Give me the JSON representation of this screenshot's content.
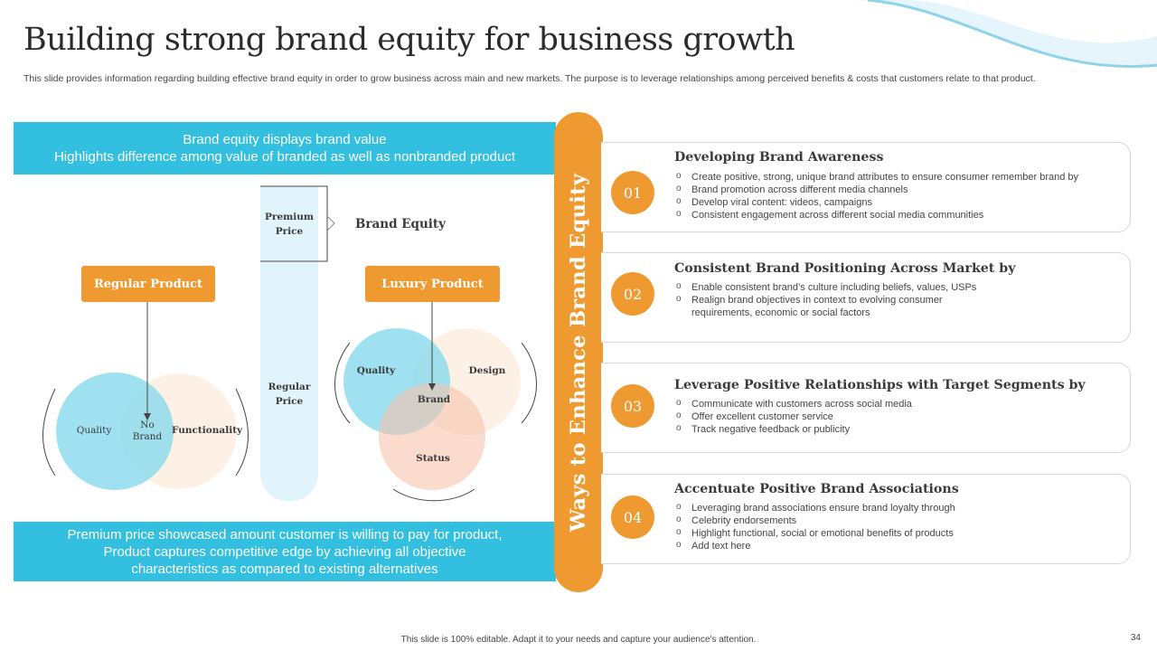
{
  "title": "Building strong brand equity for business growth",
  "subtitle": "This slide provides information regarding building effective brand equity in order to  grow business across main and new markets. The purpose is to leverage relationships among perceived benefits & costs that customers relate to that product.",
  "top_band": {
    "line1": "Brand equity displays brand value",
    "line2": "Highlights difference among value of branded as well as nonbranded product"
  },
  "bottom_band": {
    "line1": "Premium price showcased amount customer is willing to pay for product,",
    "line2": "Product captures competitive edge by achieving all objective",
    "line3": "characteristics as compared to existing alternatives"
  },
  "regular_product": {
    "label": "Regular Product",
    "circles": {
      "quality": "Quality",
      "no_brand": "No Brand",
      "functionality": "Functionality"
    }
  },
  "luxury_product": {
    "label": "Luxury Product",
    "circles": {
      "quality": "Quality",
      "design": "Design",
      "brand": "Brand",
      "status": "Status"
    }
  },
  "price_bar": {
    "premium_price": "Premium Price",
    "regular_price": "Regular Price",
    "brand_equity": "Brand Equity"
  },
  "vertical_label": "Ways to Enhance Brand Equity",
  "cards": [
    {
      "number": "01",
      "title": "Developing Brand Awareness",
      "bullets": [
        "Create positive, strong, unique brand attributes to ensure consumer remember brand by",
        "Brand promotion across different media channels",
        "Develop viral content: videos, campaigns",
        "Consistent engagement across different social media communities"
      ]
    },
    {
      "number": "02",
      "title": "Consistent Brand Positioning Across Market by",
      "bullets": [
        "Enable consistent brand’s culture including beliefs, values, USPs",
        "Realign brand objectives in context to  evolving consumer requirements, economic or social factors"
      ]
    },
    {
      "number": "03",
      "title": "Leverage Positive Relationships with Target Segments by",
      "bullets": [
        "Communicate with customers across social media",
        "Offer excellent customer service",
        "Track negative feedback or publicity"
      ]
    },
    {
      "number": "04",
      "title": "Accentuate Positive Brand Associations",
      "bullets": [
        "Leveraging brand associations ensure brand loyalty through",
        "Celebrity endorsements",
        "Highlight functional, social or emotional benefits of products",
        "Add text here"
      ]
    }
  ],
  "footer": "This slide is 100% editable.  Adapt it to your needs and capture your audience's attention.",
  "page_number": "34",
  "colors": {
    "accent_orange": "#ef9a30",
    "accent_blue": "#33bfe0",
    "light_blue": "#e2f4fb"
  }
}
